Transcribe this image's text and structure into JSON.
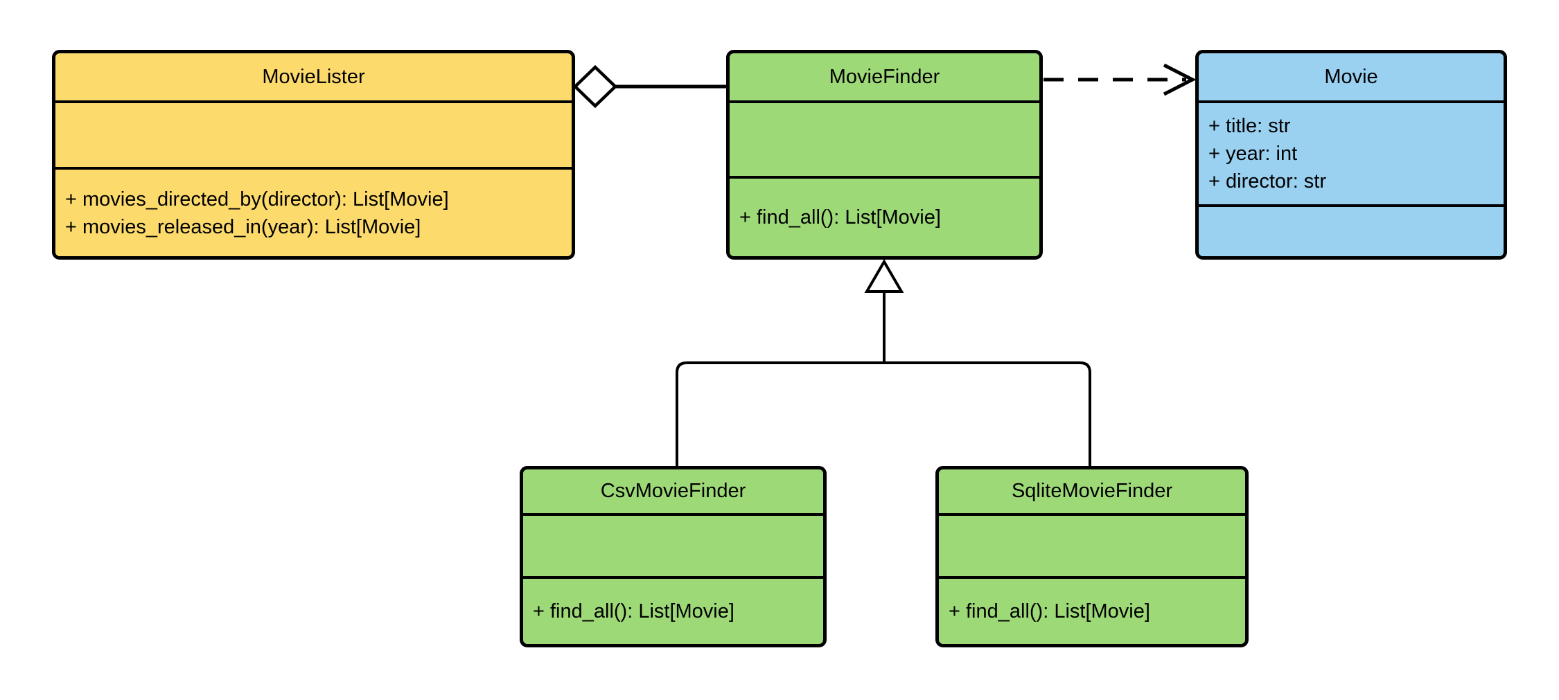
{
  "diagram": {
    "kind": "uml-class-diagram",
    "palette": {
      "yellow": "#FCDB6C",
      "green": "#9ED978",
      "blue": "#9AD1F1",
      "stroke": "#000000",
      "hollow": "#FFFFFF",
      "background": "#FFFFFF"
    },
    "classes": [
      {
        "name": "MovieLister",
        "fill": "yellow",
        "attributes": [],
        "methods": [
          "+ movies_directed_by(director): List[Movie]",
          "+ movies_released_in(year): List[Movie]"
        ]
      },
      {
        "name": "MovieFinder",
        "fill": "green",
        "attributes": [],
        "methods": [
          "+ find_all(): List[Movie]"
        ]
      },
      {
        "name": "Movie",
        "fill": "blue",
        "attributes": [
          "+ title: str",
          "+ year: int",
          "+ director: str"
        ],
        "methods": []
      },
      {
        "name": "CsvMovieFinder",
        "fill": "green",
        "attributes": [],
        "methods": [
          "+ find_all(): List[Movie]"
        ]
      },
      {
        "name": "SqliteMovieFinder",
        "fill": "green",
        "attributes": [],
        "methods": [
          "+ find_all(): List[Movie]"
        ]
      }
    ],
    "relationships": [
      {
        "type": "aggregation",
        "from": "MovieLister",
        "to": "MovieFinder",
        "line": "solid",
        "marker": "hollow-diamond-at-source"
      },
      {
        "type": "dependency",
        "from": "MovieFinder",
        "to": "Movie",
        "line": "dashed",
        "marker": "open-arrow-at-target"
      },
      {
        "type": "inheritance",
        "from": "CsvMovieFinder",
        "to": "MovieFinder",
        "line": "solid",
        "marker": "hollow-triangle-at-target"
      },
      {
        "type": "inheritance",
        "from": "SqliteMovieFinder",
        "to": "MovieFinder",
        "line": "solid",
        "marker": "hollow-triangle-at-target"
      }
    ]
  }
}
